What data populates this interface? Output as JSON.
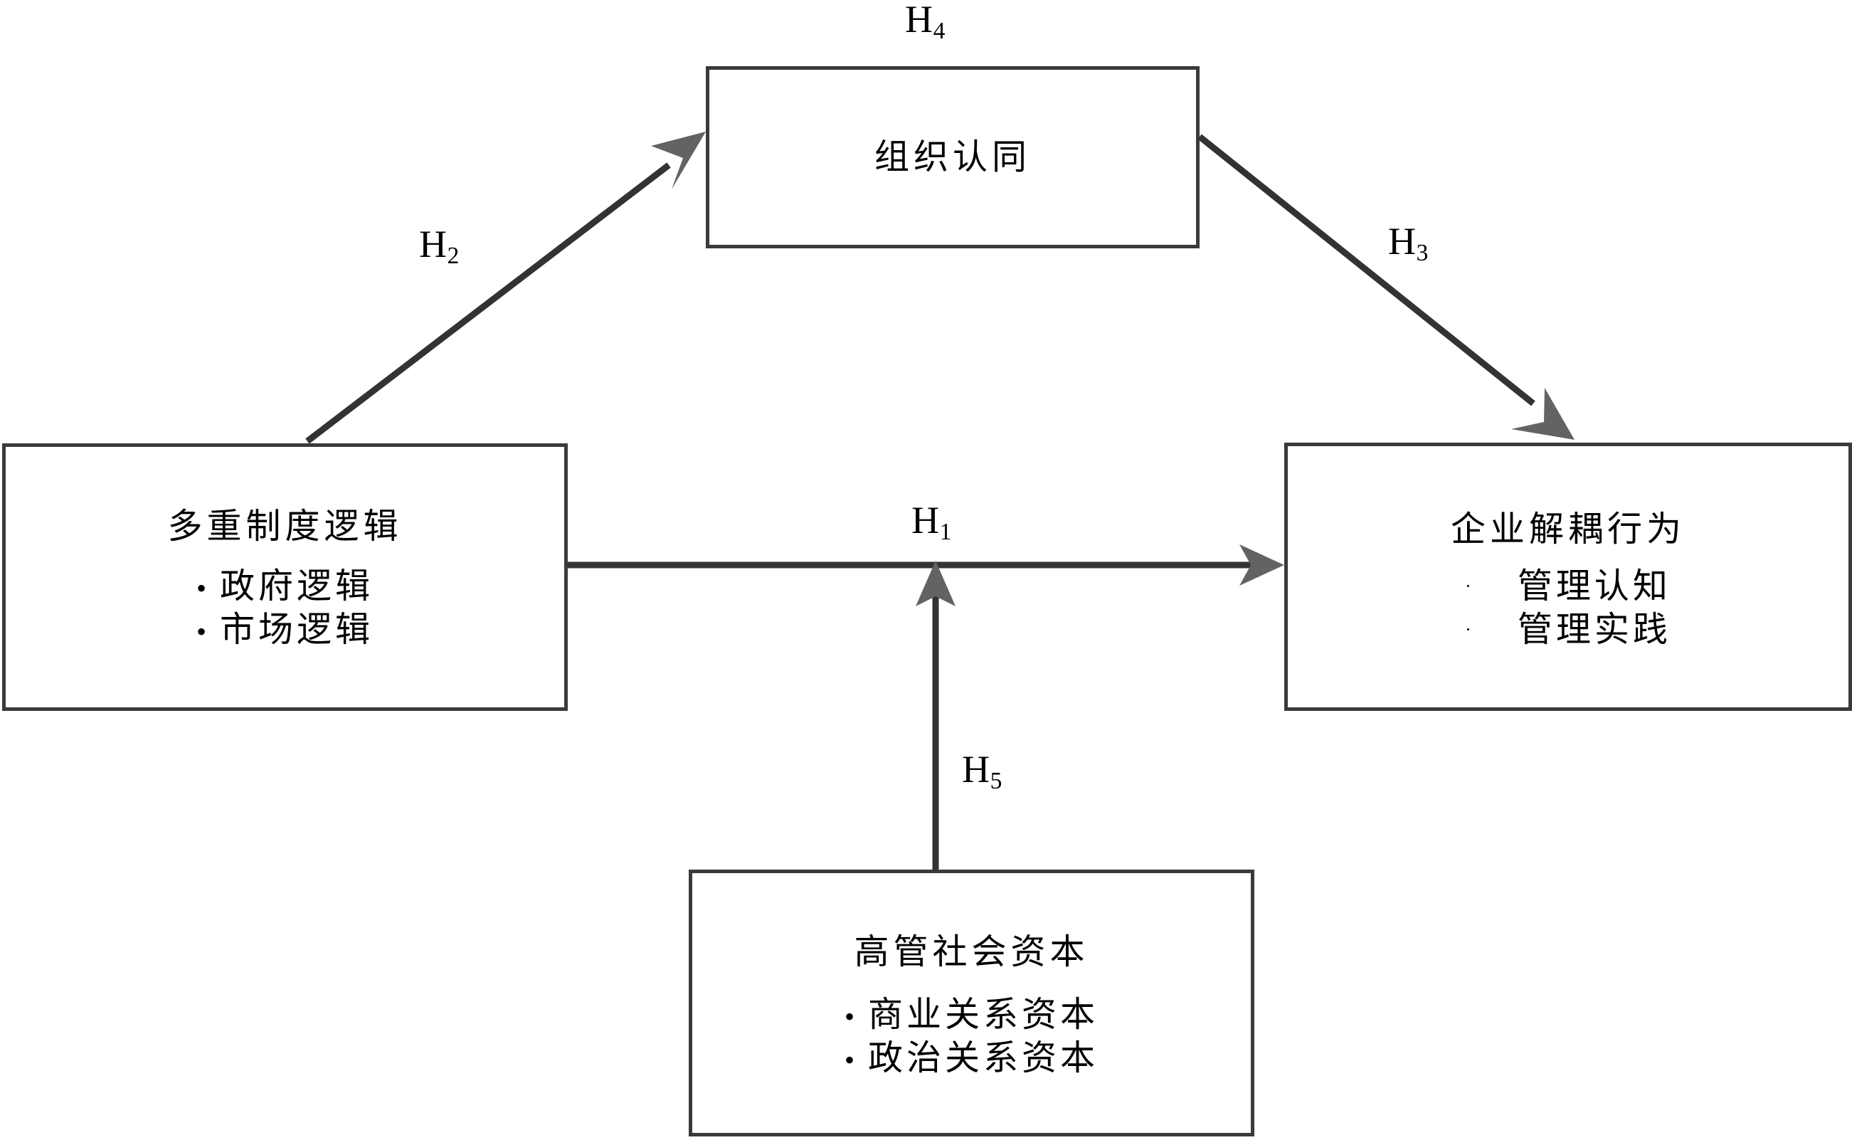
{
  "diagram": {
    "type": "conceptual-research-model",
    "title": "",
    "colors": {
      "box_border": "#3a3a3a",
      "box_fill": "#ffffff",
      "line": "#333333",
      "arrowhead": "#636363",
      "text": "#000000",
      "background": "#ffffff"
    },
    "nodes": [
      {
        "id": "organizational-identity",
        "title": "组织认同",
        "items": [],
        "position": "top-center"
      },
      {
        "id": "multiple-institutional-logics",
        "title": "多重制度逻辑",
        "items": [
          "政府逻辑",
          "市场逻辑"
        ],
        "position": "left"
      },
      {
        "id": "enterprise-decoupling-behavior",
        "title": "企业解耦行为",
        "items": [
          "管理认知",
          "管理实践"
        ],
        "position": "right"
      },
      {
        "id": "executive-social-capital",
        "title": "高管社会资本",
        "items": [
          "商业关系资本",
          "政治关系资本"
        ],
        "position": "bottom-center"
      }
    ],
    "edges": [
      {
        "id": "h1",
        "label": "H",
        "subscript": "1",
        "from": "multiple-institutional-logics",
        "to": "enterprise-decoupling-behavior",
        "style": "direct-effect"
      },
      {
        "id": "h2",
        "label": "H",
        "subscript": "2",
        "from": "multiple-institutional-logics",
        "to": "organizational-identity",
        "style": "direct-effect"
      },
      {
        "id": "h3",
        "label": "H",
        "subscript": "3",
        "from": "organizational-identity",
        "to": "enterprise-decoupling-behavior",
        "style": "direct-effect"
      },
      {
        "id": "h4",
        "label": "H",
        "subscript": "4",
        "from": "multiple-institutional-logics",
        "to": "enterprise-decoupling-behavior",
        "style": "mediation-via-organizational-identity"
      },
      {
        "id": "h5",
        "label": "H",
        "subscript": "5",
        "from": "executive-social-capital",
        "to": "h1",
        "style": "moderation"
      }
    ],
    "bullets": {
      "round": "•",
      "dot": "·"
    }
  }
}
